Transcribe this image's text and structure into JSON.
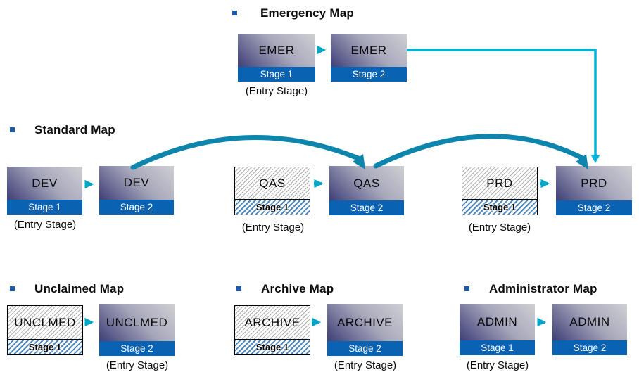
{
  "diagram": {
    "entry_stage_text": "(Entry Stage)",
    "colors": {
      "stage_bar_blue": "#0a63b2",
      "gradient_dark_navy": "#26275f",
      "gradient_light_gray": "#cfcfd3",
      "small_arrow_cyan": "#00a6c6",
      "curved_arc_teal": "#0e85ad",
      "elbow_line_cyan": "#00b4d8",
      "title_bullet_blue": "#1f5aa8",
      "hatch_blue": "#2e74b5"
    }
  },
  "sections": [
    {
      "title": "Emergency Map",
      "boxes": [
        {
          "label": "EMER",
          "stage": "Stage 1"
        },
        {
          "label": "EMER",
          "stage": "Stage 2"
        }
      ]
    },
    {
      "title": "Standard Map",
      "boxes": [
        {
          "label": "DEV",
          "stage": "Stage 1"
        },
        {
          "label": "DEV",
          "stage": "Stage 2"
        },
        {
          "label": "QAS",
          "stage": "Stage 1"
        },
        {
          "label": "QAS",
          "stage": "Stage 2"
        },
        {
          "label": "PRD",
          "stage": "Stage 1"
        },
        {
          "label": "PRD",
          "stage": "Stage 2"
        }
      ]
    },
    {
      "title": "Unclaimed Map",
      "boxes": [
        {
          "label": "UNCLMED",
          "stage": "Stage 1"
        },
        {
          "label": "UNCLMED",
          "stage": "Stage 2"
        }
      ]
    },
    {
      "title": "Archive Map",
      "boxes": [
        {
          "label": "ARCHIVE",
          "stage": "Stage 1"
        },
        {
          "label": "ARCHIVE",
          "stage": "Stage 2"
        }
      ]
    },
    {
      "title": "Administrator Map",
      "boxes": [
        {
          "label": "ADMIN",
          "stage": "Stage 1"
        },
        {
          "label": "ADMIN",
          "stage": "Stage 2"
        }
      ]
    }
  ]
}
